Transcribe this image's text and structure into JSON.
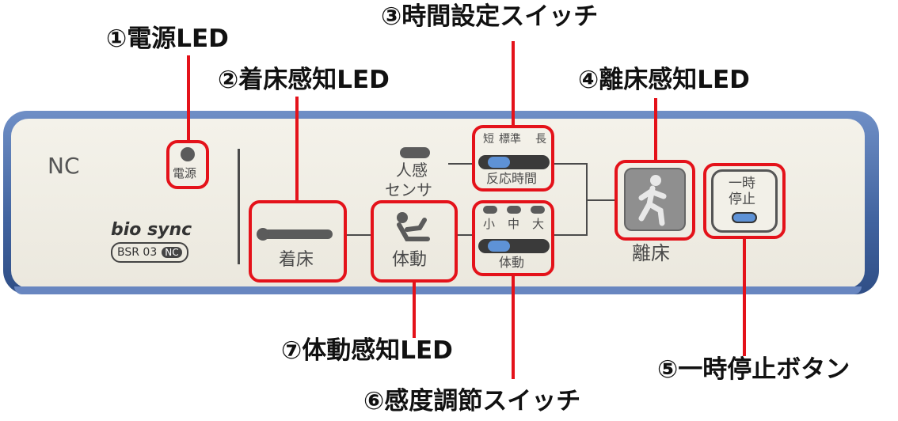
{
  "callouts": {
    "power_led": "①電源LED",
    "time_switch": "③時間設定スイッチ",
    "bed_in_led": "②着床感知LED",
    "bed_out_led": "④離床感知LED",
    "motion_led": "⑦体動感知LED",
    "pause_button": "⑤一時停止ボタン",
    "sensitivity_switch": "⑥感度調節スイッチ"
  },
  "device": {
    "nc_label": "NC",
    "power_label": "電源",
    "brand": "bio sync",
    "model": "BSR 03",
    "model_badge": "NC",
    "human_sensor": "人感",
    "human_sensor_2": "センサ",
    "time_options": [
      "短",
      "標準",
      "長"
    ],
    "time_label": "反応時間",
    "sensitivity_options": [
      "小",
      "中",
      "大"
    ],
    "sensitivity_label": "体動",
    "bed_in": "着床",
    "motion": "体動",
    "bed_out": "離床",
    "pause_line1": "一時",
    "pause_line2": "停止"
  },
  "colors": {
    "annotation_red": "#e4121a",
    "case_blue": "#4a6aa8",
    "face": "#f0eee6",
    "switch_knob": "#5e92d6"
  }
}
